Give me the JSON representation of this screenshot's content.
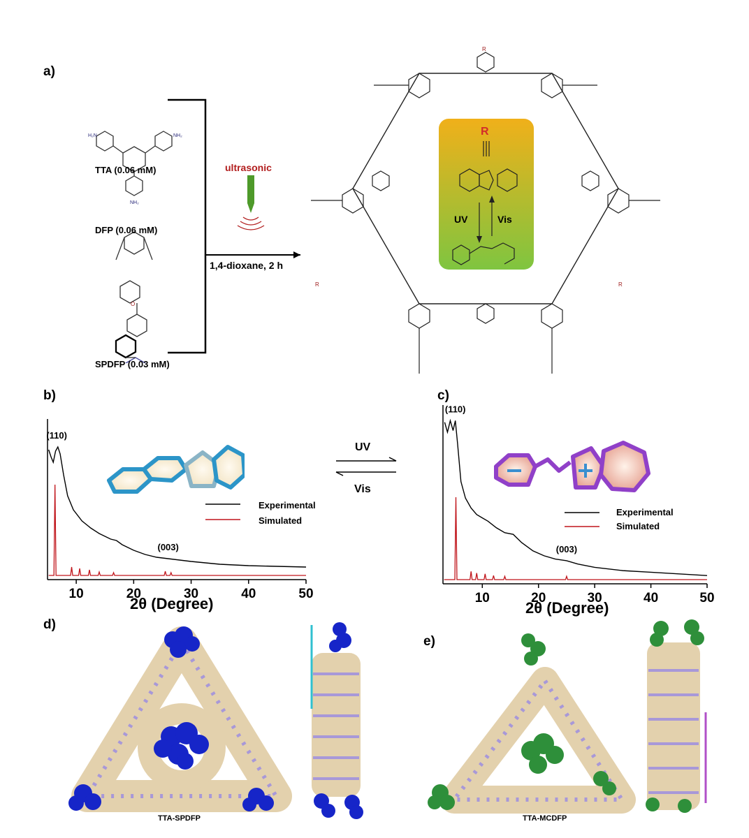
{
  "panels": {
    "a": "a)",
    "b": "b)",
    "c": "c)",
    "d": "d)",
    "e": "e)"
  },
  "reaction": {
    "reagents": [
      "TTA (0.06 mM)",
      "DFP (0.06 mM)",
      "SPDFP (0.03 mM)"
    ],
    "energy": "ultrasonic",
    "conditions": "1,4-dioxane,  2 h",
    "substituent": "R",
    "uv": "UV",
    "vis": "Vis",
    "colors": {
      "energy_text": "#b21e1e",
      "box_top": "#f0b01a",
      "box_bottom": "#7fc540"
    }
  },
  "switch": {
    "forward": "UV",
    "backward": "Vis"
  },
  "chart_data": [
    {
      "type": "line",
      "panel": "b)",
      "xlabel": "2θ (Degree)",
      "xlim": [
        5,
        50
      ],
      "xticks": [
        10,
        20,
        30,
        40,
        50
      ],
      "series": [
        {
          "name": "Experimental",
          "color": "#000000",
          "x": [
            5.2,
            5.6,
            6.0,
            6.4,
            6.8,
            7.2,
            7.8,
            8.5,
            9.5,
            11,
            12.5,
            14,
            16,
            17,
            18,
            20,
            22,
            24,
            26,
            28,
            30,
            35,
            40,
            45,
            50
          ],
          "y": [
            0.93,
            0.88,
            0.84,
            0.92,
            0.95,
            0.9,
            0.75,
            0.6,
            0.5,
            0.42,
            0.37,
            0.33,
            0.29,
            0.28,
            0.25,
            0.21,
            0.18,
            0.16,
            0.15,
            0.14,
            0.13,
            0.11,
            0.1,
            0.095,
            0.09
          ]
        },
        {
          "name": "Simulated",
          "color": "#c0151b",
          "peaks": [
            [
              6.3,
              0.65
            ],
            [
              9.2,
              0.06
            ],
            [
              10.6,
              0.05
            ],
            [
              12.3,
              0.04
            ],
            [
              14.0,
              0.025
            ],
            [
              16.5,
              0.02
            ],
            [
              25.5,
              0.03
            ],
            [
              26.5,
              0.02
            ]
          ]
        }
      ],
      "annotations": [
        {
          "text": "(110)",
          "x": 6.6
        },
        {
          "text": "(003)",
          "x": 26.0
        }
      ]
    },
    {
      "type": "line",
      "panel": "c)",
      "xlabel": "2θ (Degree)",
      "xlim": [
        3,
        50
      ],
      "xticks": [
        10,
        20,
        30,
        40,
        50
      ],
      "series": [
        {
          "name": "Experimental",
          "color": "#000000",
          "x": [
            3.3,
            3.8,
            4.3,
            4.8,
            5.2,
            5.6,
            6.2,
            7,
            8,
            9,
            10,
            11,
            12.5,
            14,
            15.5,
            17,
            19,
            21,
            23,
            25,
            27,
            30,
            35,
            40,
            45,
            50
          ],
          "y": [
            0.98,
            0.92,
            0.99,
            0.93,
            0.99,
            0.85,
            0.62,
            0.52,
            0.46,
            0.42,
            0.4,
            0.38,
            0.34,
            0.31,
            0.3,
            0.25,
            0.2,
            0.17,
            0.15,
            0.14,
            0.12,
            0.1,
            0.08,
            0.07,
            0.06,
            0.05
          ]
        },
        {
          "name": "Simulated",
          "color": "#c0151b",
          "peaks": [
            [
              5.3,
              0.5
            ],
            [
              8.0,
              0.05
            ],
            [
              9.0,
              0.04
            ],
            [
              10.5,
              0.035
            ],
            [
              12.0,
              0.025
            ],
            [
              14.0,
              0.02
            ],
            [
              25.0,
              0.02
            ]
          ]
        }
      ],
      "annotations": [
        {
          "text": "(110)",
          "x": 5.2
        },
        {
          "text": "(003)",
          "x": 25.0
        }
      ]
    }
  ],
  "models": {
    "d_label": "TTA-SPDFP",
    "e_label": "TTA-MCDFP"
  }
}
